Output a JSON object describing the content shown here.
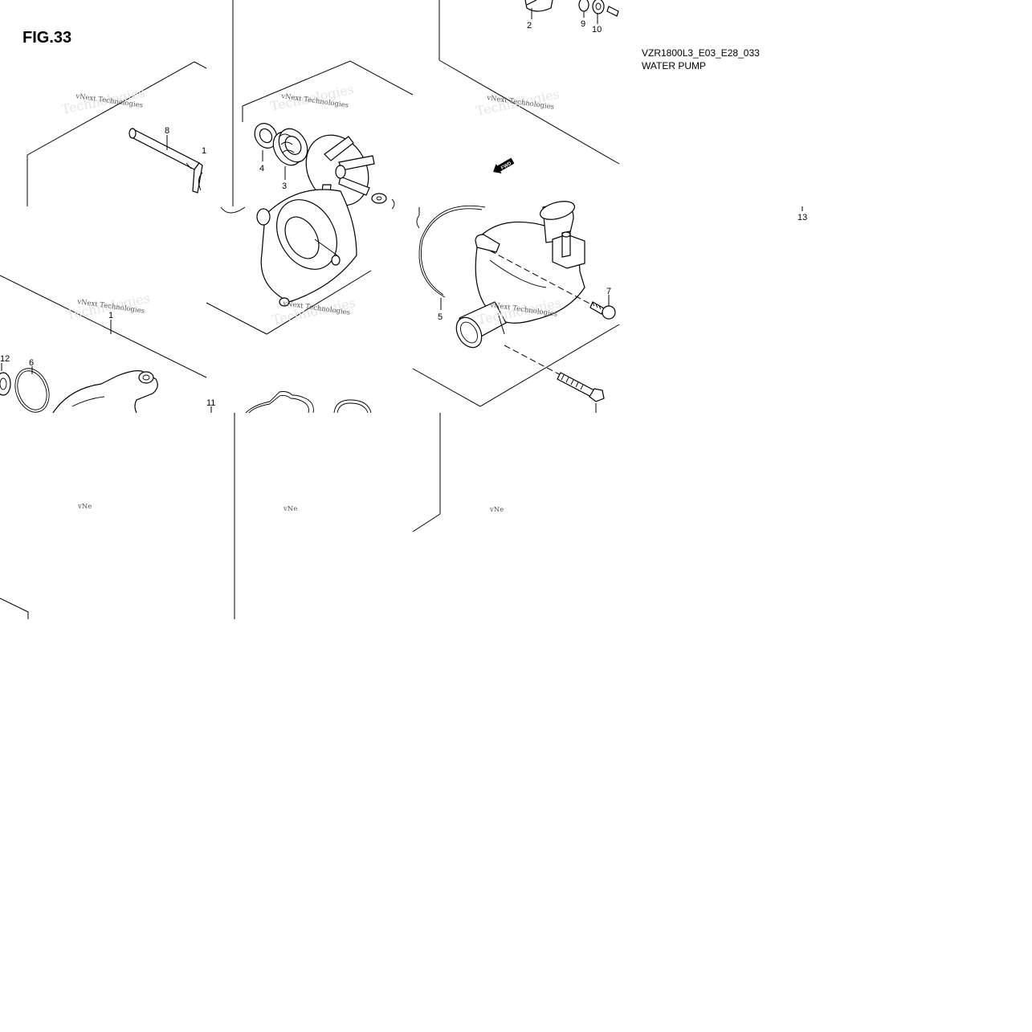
{
  "figure": {
    "title": "FIG.33",
    "code": "VZR1800L3_E03_E28_033",
    "name": "WATER PUMP"
  },
  "callouts": [
    "1",
    "2",
    "3",
    "4",
    "5",
    "6",
    "7",
    "8",
    "9",
    "10",
    "11",
    "12",
    "13"
  ],
  "watermarks": {
    "primary": "vNext Technologies",
    "clipped": "vNe",
    "ghost": "Technologies"
  }
}
